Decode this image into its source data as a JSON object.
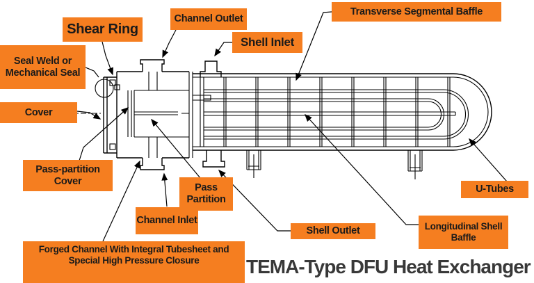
{
  "title": "TEMA-Type DFU Heat Exchanger",
  "colors": {
    "label_bg": "#F57E20",
    "label_text": "#1A1A1A",
    "line": "#000000",
    "title_text": "#383838"
  },
  "labels": {
    "shear_ring": {
      "line1": "Shear Ring"
    },
    "channel_outlet": {
      "line1": "Channel Outlet"
    },
    "shell_inlet": {
      "line1": "Shell Inlet"
    },
    "transverse_segmental_baffle": {
      "line1": "Transverse Segmental Baffle"
    },
    "seal_weld": {
      "line1": "Seal Weld or",
      "line2": "Mechanical Seal"
    },
    "cover": {
      "line1": "Cover"
    },
    "pass_partition_cover": {
      "line1": "Pass-partition",
      "line2": "Cover"
    },
    "pass_partition": {
      "line1": "Pass",
      "line2": "Partition"
    },
    "channel_inlet": {
      "line1": "Channel Inlet"
    },
    "forged_channel": {
      "line1": "Forged Channel With Integral Tubesheet and",
      "line2": "Special High Pressure Closure"
    },
    "shell_outlet": {
      "line1": "Shell Outlet"
    },
    "longitudinal_shell_baffle": {
      "line1": "Longitudinal Shell",
      "line2": "Baffle"
    },
    "u_tubes": {
      "line1": "U-Tubes"
    }
  }
}
